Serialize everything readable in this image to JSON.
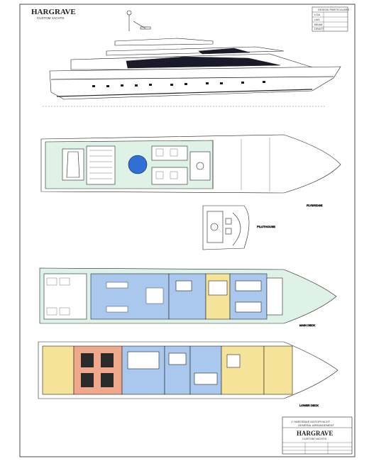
{
  "brand": {
    "name": "HARGRAVE",
    "tagline": "CUSTOM YACHTS"
  },
  "spec_table": {
    "title": "DESIGN PARTICULARS",
    "rows": [
      {
        "label": "LOA",
        "value": ""
      },
      {
        "label": "LWL",
        "value": ""
      },
      {
        "label": "BEAM",
        "value": ""
      },
      {
        "label": "DRAFT",
        "value": ""
      }
    ]
  },
  "deck_labels": {
    "flybridge": "FLYBRIDGE",
    "pilothouse": "PILOTHOUSE",
    "main_deck": "MAIN DECK",
    "lower_deck": "LOWER DECK"
  },
  "title_block": {
    "heading": "1' HARGRAVE MOTORYACHT",
    "subheading": "GENERAL ARRANGEMENT",
    "brand": "HARGRAVE",
    "tagline": "CUSTOM YACHTS"
  },
  "colors": {
    "line": "#222222",
    "deck_green": "#dff2e8",
    "cabin_blue": "#aac8ee",
    "engine_red": "#f0a88a",
    "crew_yellow": "#f6e39a",
    "hull_dark": "#1a1a2a",
    "pool_blue": "#2f6fd6"
  }
}
